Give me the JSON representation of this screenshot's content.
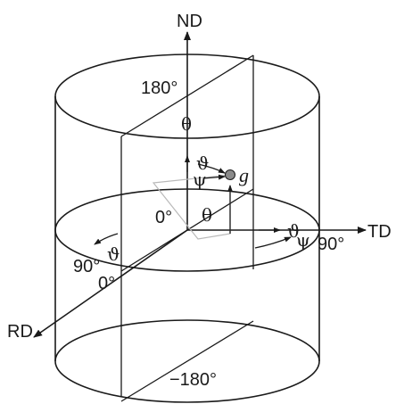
{
  "axes": {
    "nd": "ND",
    "td": "TD",
    "rd": "RD"
  },
  "angles": {
    "top": "180°",
    "center": "0°",
    "right": "90°",
    "left": "90°",
    "left_lower": "0°",
    "bottom": "−180°"
  },
  "symbols": {
    "theta_top": "θ",
    "theta_mid": "θ",
    "vartheta_top": "ϑ",
    "psi_top": "ψ",
    "vartheta_right": "ϑ",
    "psi_right": "ψ",
    "vartheta_left": "ϑ",
    "point": "g"
  },
  "colors": {
    "lines": "#1a1a1a",
    "projection": "#b9b9b9",
    "point_fill": "#8a8a8a"
  }
}
